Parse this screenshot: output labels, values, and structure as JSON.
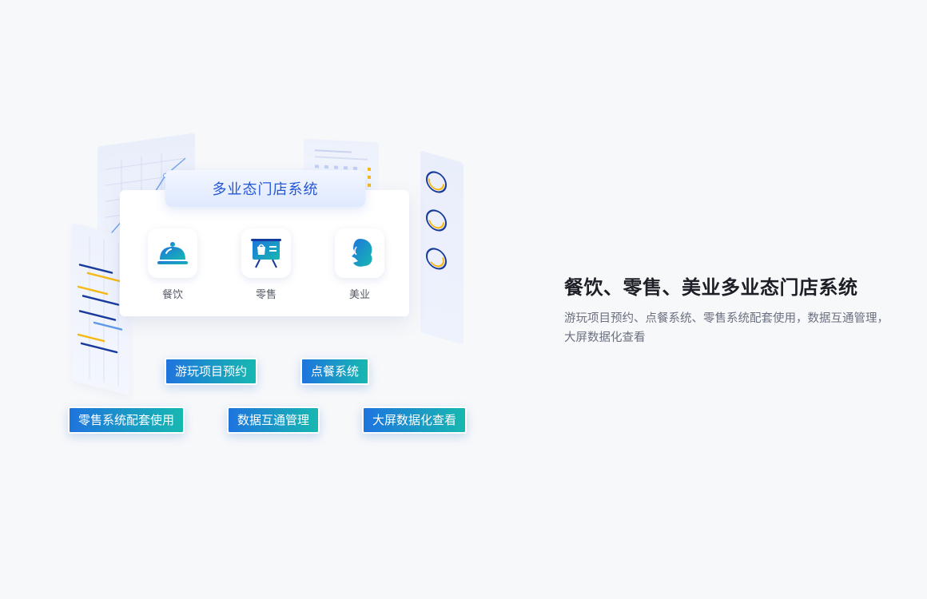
{
  "card": {
    "title": "多业态门店系统",
    "apps": [
      {
        "label": "餐饮",
        "icon": "cloche-icon"
      },
      {
        "label": "零售",
        "icon": "shopping-board-icon"
      },
      {
        "label": "美业",
        "icon": "woman-profile-icon"
      }
    ]
  },
  "tags": [
    "游玩项目预约",
    "点餐系统",
    "零售系统配套使用",
    "数据互通管理",
    "大屏数据化查看"
  ],
  "feature": {
    "heading": "餐饮、零售、美业多业态门店系统",
    "desc_line1": "游玩项目预约、点餐系统、零售系统配套使用，数据互通管理，",
    "desc_line2": "大屏数据化查看"
  },
  "colors": {
    "accent_blue": "#1e74de",
    "accent_teal": "#17b8b0",
    "title_blue": "#2456d8",
    "chart_yellow": "#f5b916",
    "chart_navy": "#173a9c"
  }
}
